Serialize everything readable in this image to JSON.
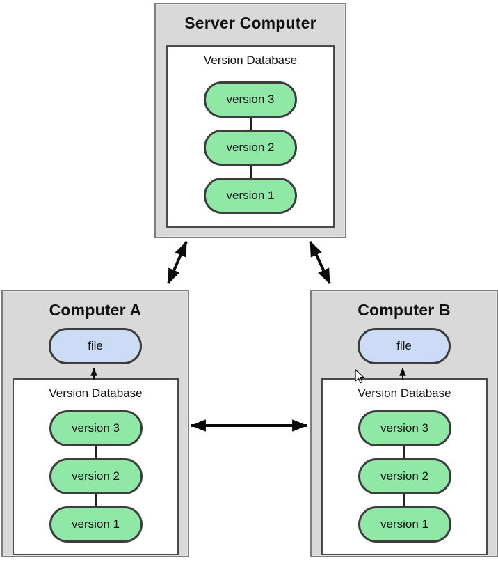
{
  "colors": {
    "panel_bg": "#d9d9d9",
    "panel_border": "#7d7d7d",
    "db_bg": "#ffffff",
    "db_border": "#4a4a4a",
    "version_fill": "#90e8a7",
    "version_border": "#3d3d3d",
    "file_fill": "#ccdcf6",
    "arrow": "#0a0a0a",
    "text": "#111111"
  },
  "server": {
    "title": "Server Computer",
    "database_label": "Version Database",
    "versions": [
      "version 3",
      "version 2",
      "version 1"
    ]
  },
  "computer_a": {
    "title": "Computer A",
    "file_label": "file",
    "database_label": "Version Database",
    "versions": [
      "version 3",
      "version 2",
      "version 1"
    ]
  },
  "computer_b": {
    "title": "Computer B",
    "file_label": "file",
    "database_label": "Version Database",
    "versions": [
      "version 3",
      "version 2",
      "version 1"
    ]
  }
}
